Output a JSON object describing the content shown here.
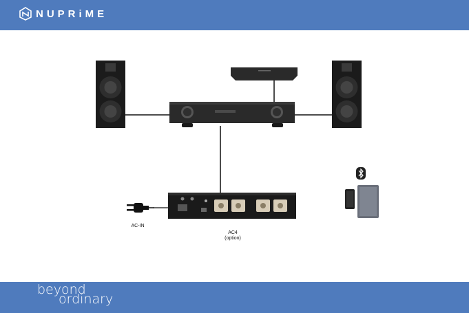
{
  "header": {
    "brand": "NUPRiME",
    "logo_icon": "nuprime-logo-icon",
    "color": "#4f7bbd"
  },
  "footer": {
    "tagline_line1": "beyond",
    "tagline_line2": "ordinary"
  },
  "diagram": {
    "ac_in_label": "AC-IN",
    "ac4_label": "AC4",
    "ac4_sublabel": "(option)",
    "icons": [
      "speaker-left-icon",
      "speaker-right-icon",
      "streamer-icon",
      "amplifier-icon",
      "ac4-power-conditioner-icon",
      "power-plug-icon",
      "bluetooth-icon",
      "phone-icon",
      "tablet-icon"
    ]
  }
}
